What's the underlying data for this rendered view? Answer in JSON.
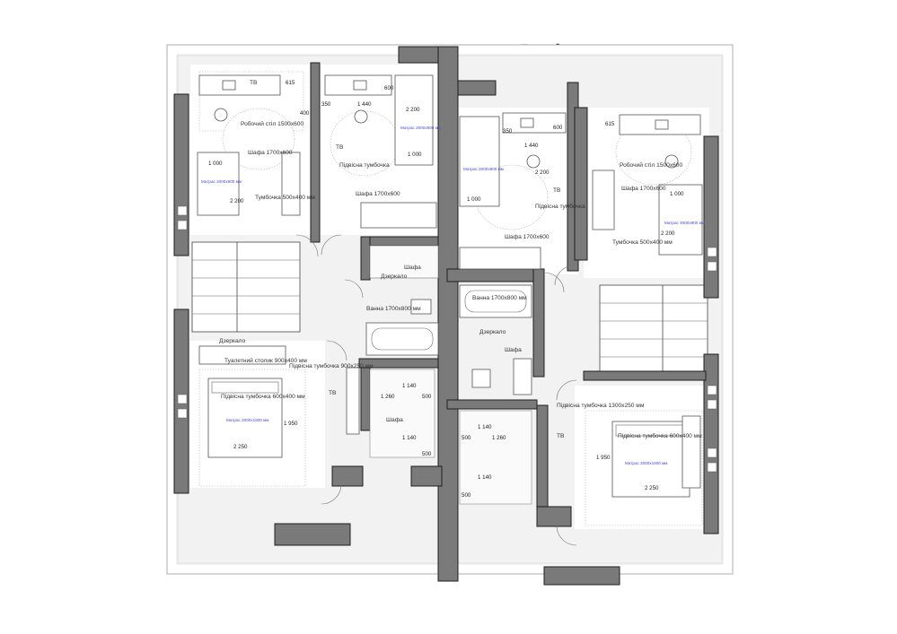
{
  "title": "План другого поверху",
  "rooms": {
    "bedroom_nw": {
      "tv": "ТВ",
      "desk": "Робочий стіл 1500x600",
      "wardrobe": "Шафа 1700x600",
      "nightstand": "Тумбочка 500x400 мм",
      "mattress": "Матрас 2000x900 мм",
      "dim_1000": "1 000",
      "dim_2200": "2 200",
      "dim_615": "615",
      "dim_400": "400"
    },
    "bedroom_n2": {
      "tv": "ТВ",
      "hanging_nightstand": "Підвісна тумбочка",
      "wardrobe": "Шафа 1700x600",
      "mattress": "Матрас 2000x900 мм",
      "dim_350": "350",
      "dim_1440": "1 440",
      "dim_600": "600",
      "dim_2200": "2 200",
      "dim_1000": "1 000"
    },
    "bedroom_ne1": {
      "hanging_nightstand": "Підвісна тумбочка",
      "wardrobe": "Шафа 1700x600",
      "tv": "ТВ",
      "mattress": "Матрас 2000x900 мм",
      "dim_350": "350",
      "dim_1440": "1 440",
      "dim_600": "600",
      "dim_1000": "1 000",
      "dim_2200": "2 200"
    },
    "bedroom_ne2": {
      "desk": "Робочий стіл 1500x600",
      "wardrobe": "Шафа 1700x600",
      "nightstand": "Тумбочка 500x400 мм",
      "mattress": "Матрас 2000x900 мм",
      "dim_615": "615",
      "dim_1000": "1 000",
      "dim_2200": "2 200"
    },
    "bath_w": {
      "wardrobe": "Шафа",
      "mirror": "Дзеркало",
      "bathtub": "Ванна 1700x800 мм"
    },
    "bath_e": {
      "bathtub": "Ванна 1700x800 мм",
      "mirror": "Дзеркало",
      "wardrobe": "Шафа"
    },
    "master_sw": {
      "mirror": "Дзеркало",
      "vanity": "Туалетний столик 900x400 мм",
      "hanging_nightstand_small": "Підвісна тумбочка 900x250 мм",
      "hanging_nightstand": "Підвісна тумбочка 600x400 мм",
      "mattress": "Матрас 2000x1800 мм",
      "tv": "ТВ",
      "dim_1950": "1 950",
      "dim_2250": "2 250"
    },
    "closet_w": {
      "wardrobe": "Шафа",
      "dim_1260": "1 260",
      "dim_1140a": "1 140",
      "dim_1140b": "1 140",
      "dim_500a": "500",
      "dim_500b": "500"
    },
    "closet_e": {
      "dim_500": "500",
      "dim_1260": "1 260",
      "dim_1140a": "1 140",
      "dim_1140b": "1 140",
      "dim_500b": "500",
      "tv": "ТВ"
    },
    "master_se": {
      "hanging_nightstand_long": "Підвісна тумбочка 1300x250 мм",
      "hanging_nightstand": "Підвісна тумбочка 600x400 мм",
      "mattress": "Матрас 2000x1800 мм",
      "dim_1950": "1 950",
      "dim_2250": "2 250"
    }
  }
}
